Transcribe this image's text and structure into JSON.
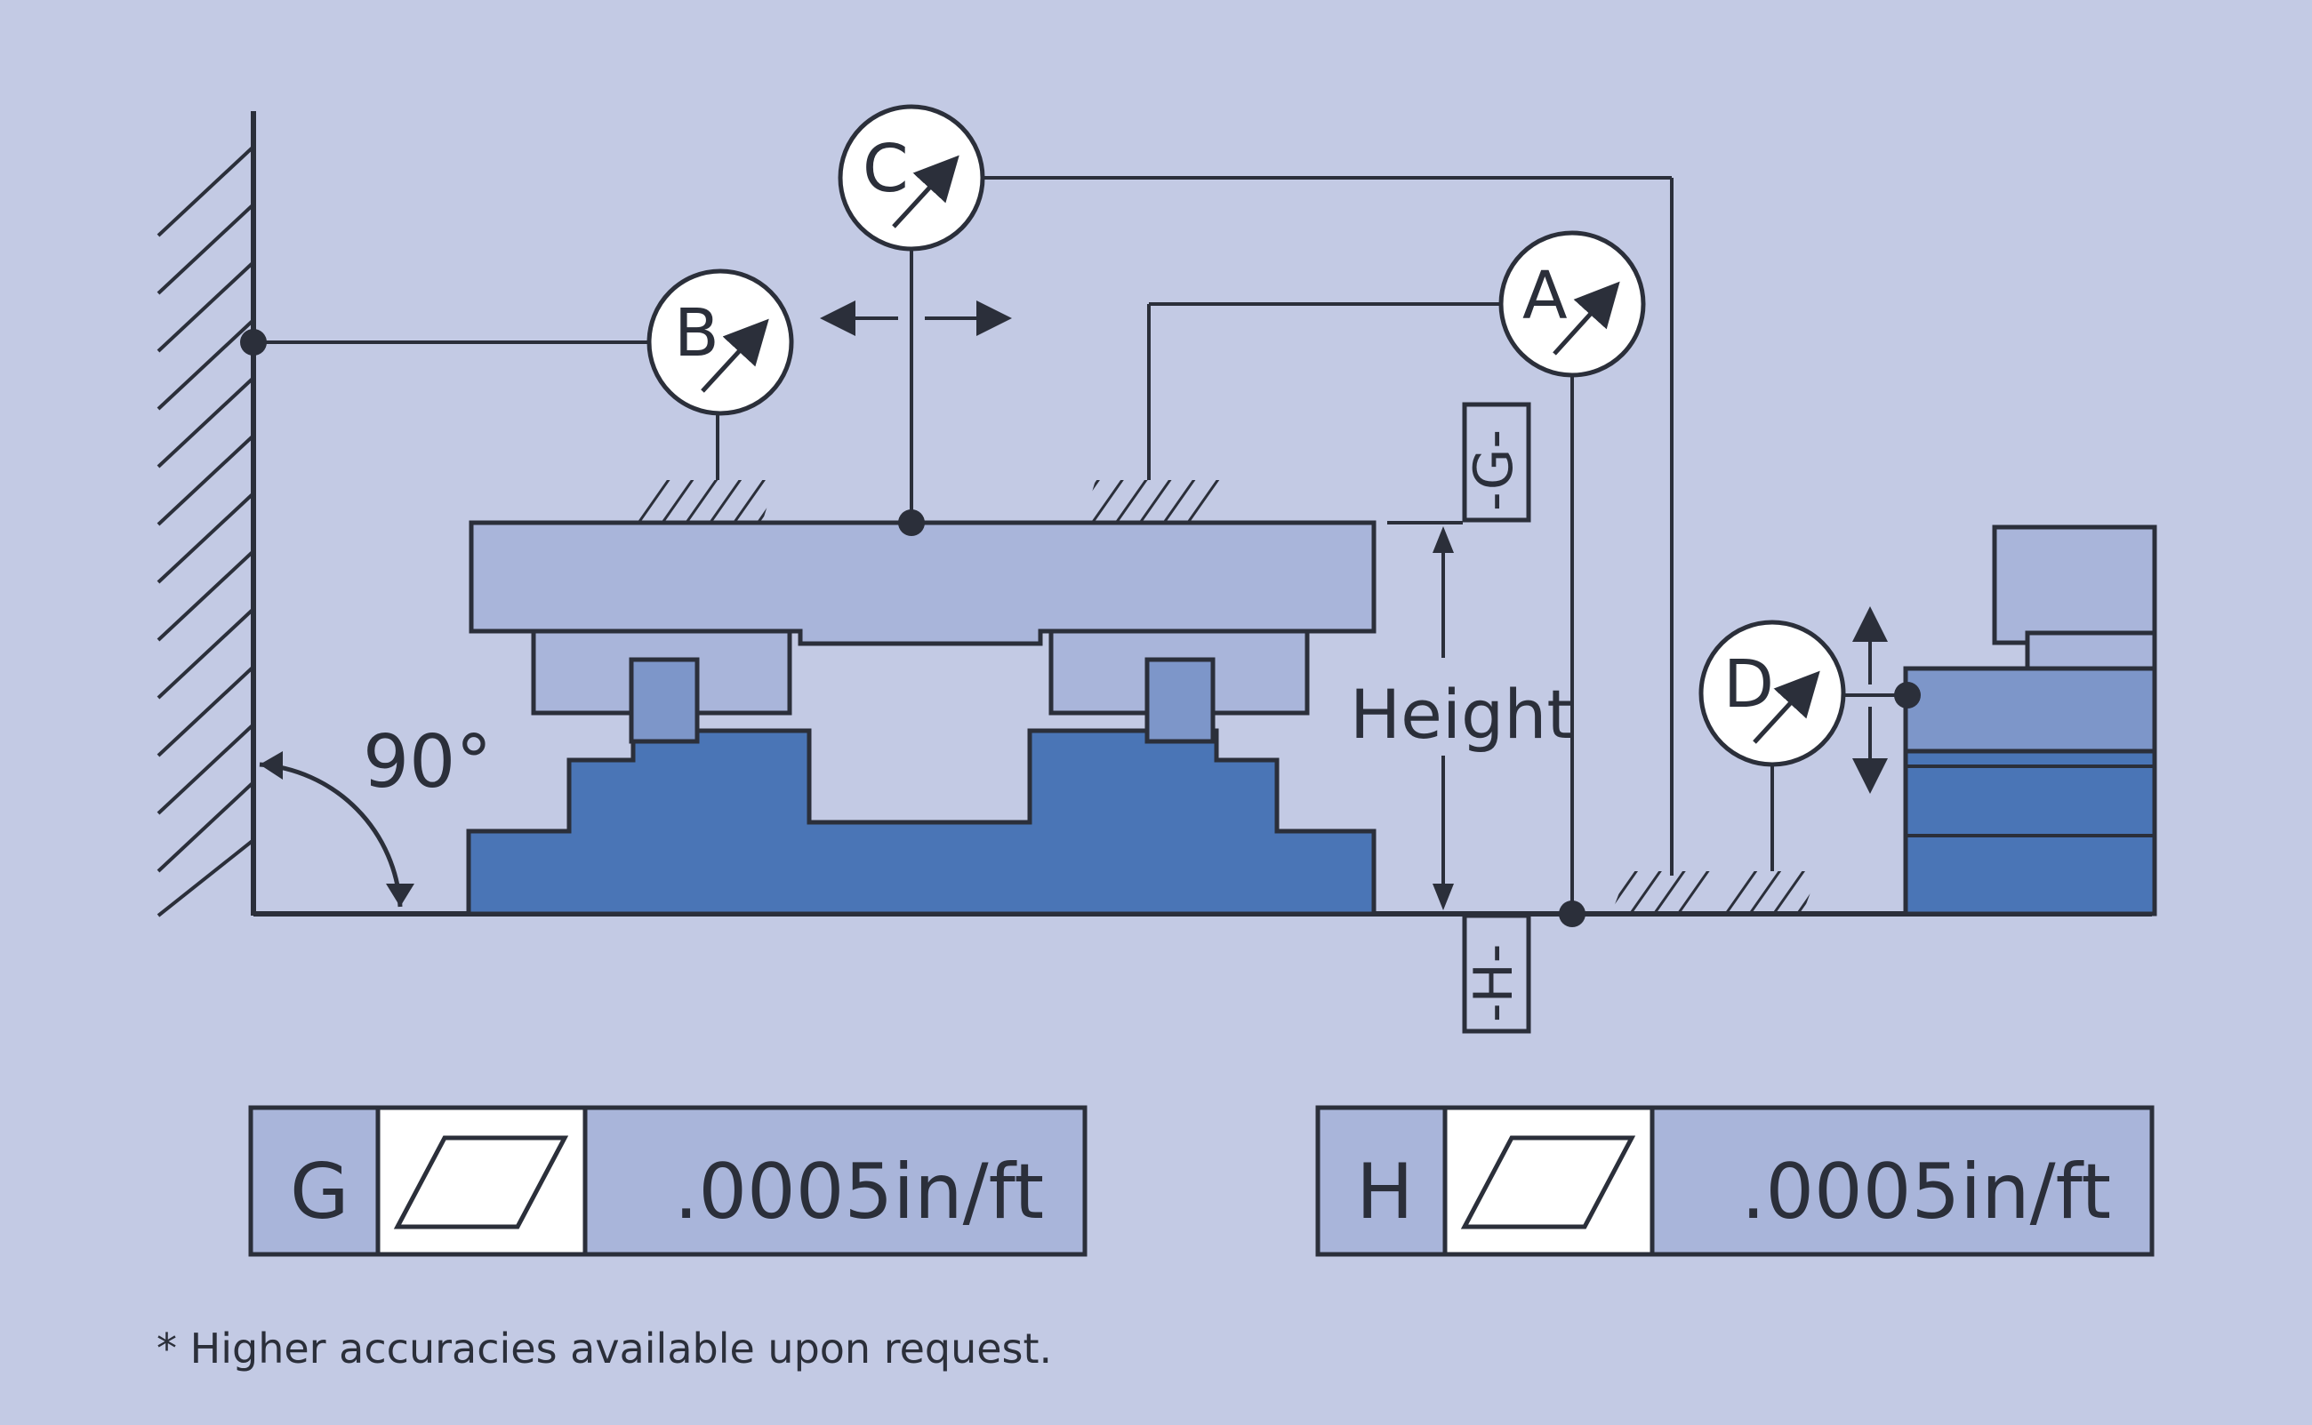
{
  "gauges": [
    {
      "id": "A",
      "label": "A"
    },
    {
      "id": "B",
      "label": "B"
    },
    {
      "id": "C",
      "label": "C"
    },
    {
      "id": "D",
      "label": "D"
    }
  ],
  "dimension": {
    "height_label": "Height"
  },
  "angle": {
    "label": "90°"
  },
  "datums": {
    "top": "-G-",
    "bottom": "-H-"
  },
  "feature_controls": [
    {
      "datum": "G",
      "symbol": "flatness-icon",
      "tolerance": ".0005in/ft"
    },
    {
      "datum": "H",
      "symbol": "flatness-icon",
      "tolerance": ".0005in/ft"
    }
  ],
  "footnote": "* Higher accuracies available upon request.",
  "colors": {
    "background": "#c3cae4",
    "light_block": "#a9b5da",
    "dark_block": "#4a75b6",
    "mid_block": "#7d96c9",
    "line": "#2b2f3a",
    "gauge_face": "#ffffff"
  }
}
